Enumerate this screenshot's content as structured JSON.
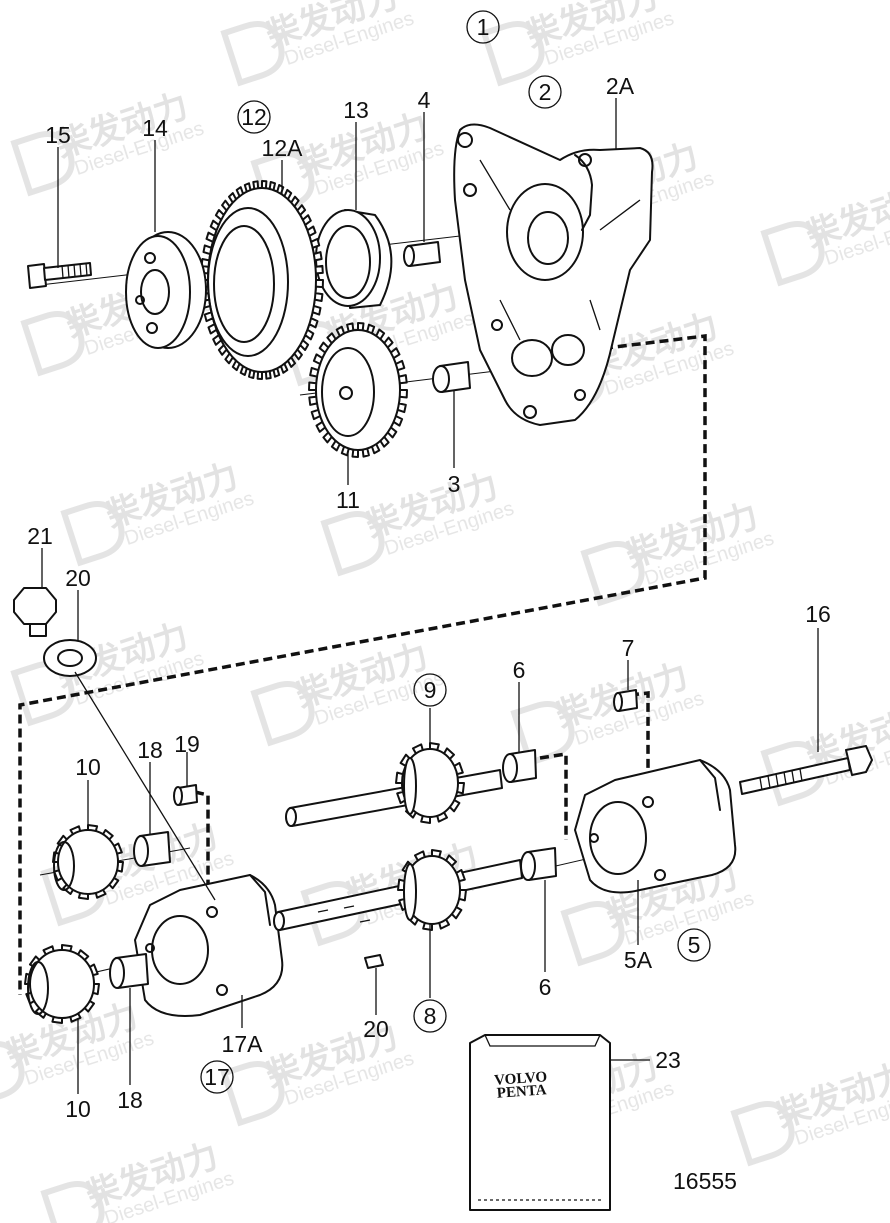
{
  "watermark": {
    "cn": "柴发动力",
    "en": "Diesel-Engines"
  },
  "callouts": {
    "c1": "1",
    "c2": "2",
    "c2a": "2A",
    "c3": "3",
    "c4": "4",
    "c5": "5",
    "c5a": "5A",
    "c6a": "6",
    "c6b": "6",
    "c7": "7",
    "c8": "8",
    "c9": "9",
    "c10a": "10",
    "c10b": "10",
    "c11": "11",
    "c12": "12",
    "c12a": "12A",
    "c13": "13",
    "c14": "14",
    "c15": "15",
    "c16": "16",
    "c17": "17",
    "c17a": "17A",
    "c18a": "18",
    "c18b": "18",
    "c19": "19",
    "c20a": "20",
    "c20b": "20",
    "c21": "21",
    "c23": "23"
  },
  "kit_bag": {
    "brand_line1": "VOLVO",
    "brand_line2": "PENTA"
  },
  "drawing_number": "16555",
  "icons": [
    "diesel-engines-logo-icon"
  ]
}
